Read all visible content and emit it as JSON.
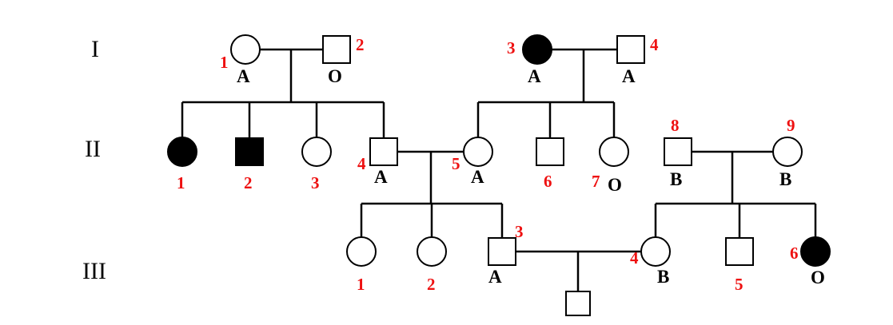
{
  "diagram": {
    "type": "pedigree-chart",
    "description": "Three-generation family pedigree with ABO blood types; filled symbols = affected individuals"
  },
  "colors": {
    "id_number": "#ee1111",
    "line": "#000000",
    "affected_fill": "#000000",
    "unaffected_fill": "#ffffff"
  },
  "generations": [
    "I",
    "II",
    "III"
  ],
  "individuals": {
    "I1": {
      "num": "1",
      "blood": "A",
      "sex": "female",
      "affected": false
    },
    "I2": {
      "num": "2",
      "blood": "O",
      "sex": "male",
      "affected": false
    },
    "I3": {
      "num": "3",
      "blood": "A",
      "sex": "female",
      "affected": true
    },
    "I4": {
      "num": "4",
      "blood": "A",
      "sex": "male",
      "affected": false
    },
    "II1": {
      "num": "1",
      "sex": "female",
      "affected": true
    },
    "II2": {
      "num": "2",
      "sex": "male",
      "affected": true
    },
    "II3": {
      "num": "3",
      "sex": "female",
      "affected": false
    },
    "II4": {
      "num": "4",
      "blood": "A",
      "sex": "male",
      "affected": false
    },
    "II5": {
      "num": "5",
      "blood": "A",
      "sex": "female",
      "affected": false
    },
    "II6": {
      "num": "6",
      "sex": "male",
      "affected": false
    },
    "II7": {
      "num": "7",
      "blood": "O",
      "sex": "female",
      "affected": false
    },
    "II8": {
      "num": "8",
      "blood": "B",
      "sex": "male",
      "affected": false
    },
    "II9": {
      "num": "9",
      "blood": "B",
      "sex": "female",
      "affected": false
    },
    "III1": {
      "num": "1",
      "sex": "female",
      "affected": false
    },
    "III2": {
      "num": "2",
      "sex": "female",
      "affected": false
    },
    "III3": {
      "num": "3",
      "blood": "A",
      "sex": "male",
      "affected": false
    },
    "III4": {
      "num": "4",
      "blood": "B",
      "sex": "female",
      "affected": false
    },
    "III5": {
      "num": "5",
      "sex": "male",
      "affected": false
    },
    "III6": {
      "num": "6",
      "blood": "O",
      "sex": "female",
      "affected": true
    },
    "IV1": {
      "sex": "male",
      "affected": false
    }
  },
  "families": [
    {
      "parents": [
        "I-1",
        "I-2"
      ],
      "children": [
        "II-1",
        "II-2",
        "II-3",
        "II-4"
      ]
    },
    {
      "parents": [
        "I-3",
        "I-4"
      ],
      "children": [
        "II-5",
        "II-6",
        "II-7"
      ]
    },
    {
      "parents": [
        "II-4",
        "II-5"
      ],
      "children": [
        "III-1",
        "III-2",
        "III-3"
      ]
    },
    {
      "parents": [
        "II-8",
        "II-9"
      ],
      "children": [
        "III-4",
        "III-5",
        "III-6"
      ]
    },
    {
      "parents": [
        "III-3",
        "III-4"
      ],
      "children": [
        "IV-1"
      ]
    }
  ]
}
